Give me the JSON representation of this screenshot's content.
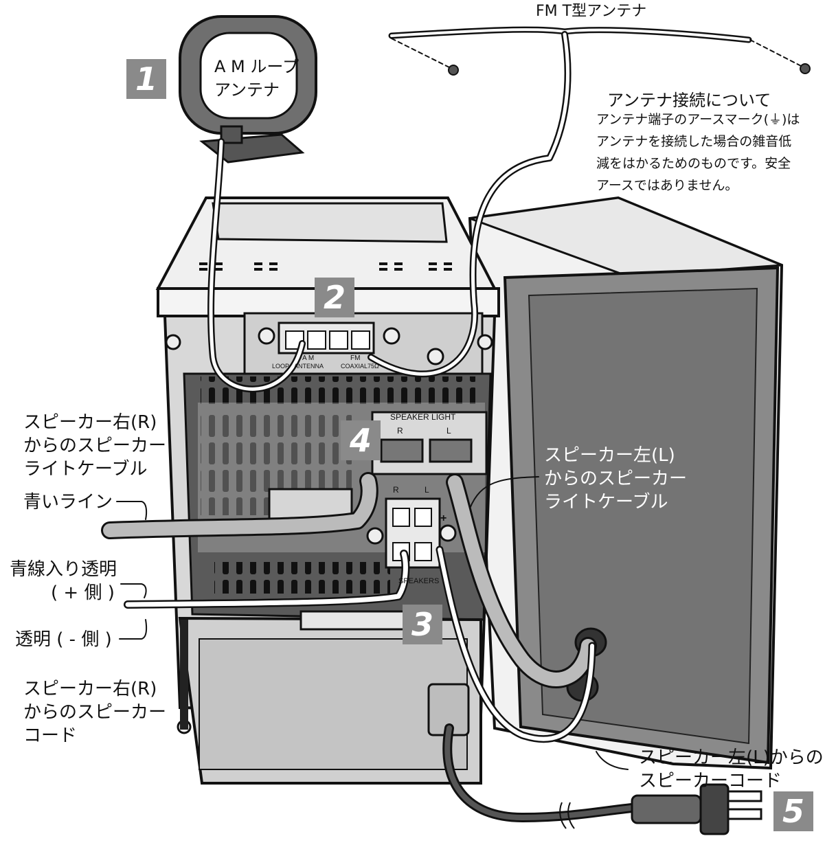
{
  "labels": {
    "am_antenna": "A M ループ\nアンテナ",
    "fm_antenna": "FM T型アンテナ",
    "note_title": "アンテナ接続について",
    "note_body": "アンテナ端子のアースマーク(⏚)は\nアンテナを接続した場合の雑音低\n減をはかるためのものです。安全\nアースではありません。",
    "speaker_light_right": "スピーカー右(R)\nからのスピーカー\nライトケーブル",
    "blue_line": "青いライン",
    "blue_clear": "青線入り透明",
    "plus_side": "( + 側 )",
    "clear_minus": "透明 ( - 側 )",
    "speaker_cord_right": "スピーカー右(R)\nからのスピーカー\nコード",
    "speaker_light_left": "スピーカー左(L)\nからのスピーカー\nライトケーブル",
    "speaker_cord_left": "スピーカー左(L)からの\nスピーカーコード"
  },
  "panel_text": {
    "speaker_light": "SPEAKER LIGHT",
    "r": "R",
    "l": "L",
    "am": "A M",
    "fm": "FM",
    "loop": "LOOP",
    "antenna": "ANTENNA",
    "coaxial": "COAXIAL75Ω",
    "speakers": "SPEAKERS",
    "plus": "+"
  },
  "steps": [
    "1",
    "2",
    "3",
    "4",
    "5"
  ],
  "colors": {
    "step_bg": "#8a8a8a",
    "body_light": "#e6e6e6",
    "body_mid": "#bdbdbd",
    "body_dark": "#6e6e6e",
    "speaker_front": "#7d7d7d"
  }
}
